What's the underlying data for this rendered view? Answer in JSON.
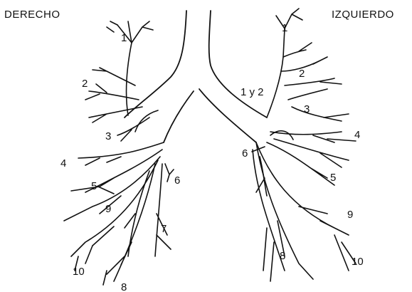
{
  "titles": {
    "right": "DERECHO",
    "left": "IZQUIERDO"
  },
  "labels": {
    "right": [
      "1",
      "2",
      "3",
      "4",
      "5",
      "6",
      "7",
      "8",
      "9",
      "10"
    ],
    "left": [
      "1",
      "1 y 2",
      "2",
      "3",
      "4",
      "5",
      "6",
      "8",
      "9",
      "10"
    ]
  }
}
